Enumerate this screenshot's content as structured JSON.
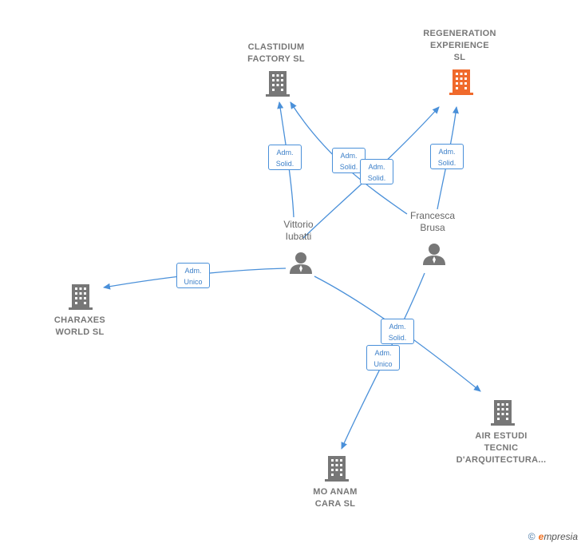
{
  "colors": {
    "edge": "#4a90d9",
    "company": "#777777",
    "highlight": "#f06a2c",
    "person": "#777777"
  },
  "companies": {
    "clastidium": "CLASTIDIUM\nFACTORY SL",
    "regeneration": "REGENERATION\nEXPERIENCE\nSL",
    "charaxes": "CHARAXES\nWORLD SL",
    "air_estudi": "AIR ESTUDI\nTECNIC\nD'ARQUITECTURA...",
    "mo_anam": "MO ANAM\nCARA SL"
  },
  "persons": {
    "vittorio": "Vittorio\nIubatti",
    "francesca": "Francesca\nBrusa"
  },
  "badges": {
    "b1": "Adm.\nSolid.",
    "b2": "Adm.\nSolid.",
    "b3": "Adm.\nSolid.",
    "b4": "Adm.\nSolid.",
    "b5": "Adm.\nUnico",
    "b6": "Adm.\nSolid.",
    "b7": "Adm.\nUnico"
  },
  "footer": {
    "copyright_symbol": "©",
    "brand_initial": "e",
    "brand_rest": "mpresia"
  }
}
